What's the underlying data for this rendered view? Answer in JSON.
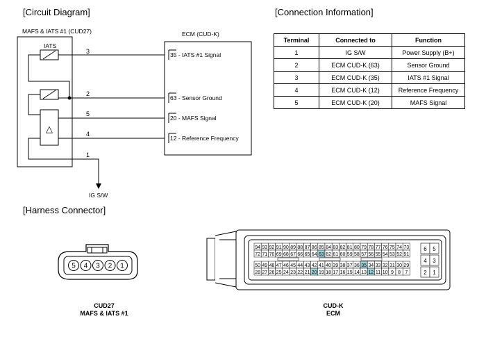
{
  "headings": {
    "circuit": "[Circuit Diagram]",
    "connection": "[Connection Information]",
    "harness": "[Harness Connector]"
  },
  "circuit": {
    "left_box_title": "MAFS & IATS #1 (CUD27)",
    "iats_label": "IATS",
    "ecm_title": "ECM (CUD-K)",
    "ig_label": "IG S/W",
    "wires": [
      {
        "left": "3",
        "pin": "35",
        "text": " - IATS #1 Signal"
      },
      {
        "left": "2",
        "pin": "63",
        "text": " - Sensor Ground"
      },
      {
        "left": "5",
        "pin": "20",
        "text": " - MAFS Signal"
      },
      {
        "left": "4",
        "pin": "12",
        "text": " - Reference Frequency"
      }
    ],
    "ig_wire_label": "1",
    "triangle": "△"
  },
  "table": {
    "headers": [
      "Terminal",
      "Connected to",
      "Function"
    ],
    "rows": [
      [
        "1",
        "IG S/W",
        "Power Supply (B+)"
      ],
      [
        "2",
        "ECM CUD-K (63)",
        "Sensor Ground"
      ],
      [
        "3",
        "ECM CUD-K (35)",
        "IATS #1 Signal"
      ],
      [
        "4",
        "ECM CUD-K (12)",
        "Reference Frequency"
      ],
      [
        "5",
        "ECM CUD-K (20)",
        "MAFS Signal"
      ]
    ]
  },
  "cud27": {
    "pins": [
      "5",
      "4",
      "3",
      "2",
      "1"
    ],
    "caption_line1": "CUD27",
    "caption_line2": "MAFS & IATS #1"
  },
  "ecm_connector": {
    "rows": [
      [
        "94",
        "93",
        "92",
        "91",
        "90",
        "89",
        "88",
        "87",
        "86",
        "85",
        "84",
        "83",
        "82",
        "81",
        "80",
        "79",
        "78",
        "77",
        "76",
        "75",
        "74",
        "73"
      ],
      [
        "72",
        "71",
        "70",
        "69",
        "68",
        "67",
        "66",
        "65",
        "64",
        "63",
        "62",
        "61",
        "60",
        "59",
        "58",
        "57",
        "56",
        "55",
        "54",
        "53",
        "52",
        "51"
      ],
      [
        "50",
        "49",
        "48",
        "47",
        "46",
        "45",
        "44",
        "43",
        "42",
        "41",
        "40",
        "39",
        "38",
        "37",
        "36",
        "35",
        "34",
        "33",
        "32",
        "31",
        "30",
        "29"
      ],
      [
        "28",
        "27",
        "26",
        "25",
        "24",
        "23",
        "22",
        "21",
        "20",
        "19",
        "18",
        "17",
        "16",
        "15",
        "14",
        "13",
        "12",
        "11",
        "10",
        "9",
        "8",
        "7"
      ]
    ],
    "highlighted": [
      "63",
      "35",
      "20",
      "12"
    ],
    "side_pins": [
      [
        "6",
        "5"
      ],
      [
        "4",
        "3"
      ],
      [
        "2",
        "1"
      ]
    ],
    "highlight_color": "#9fd3da",
    "caption_line1": "CUD-K",
    "caption_line2": "ECM"
  }
}
